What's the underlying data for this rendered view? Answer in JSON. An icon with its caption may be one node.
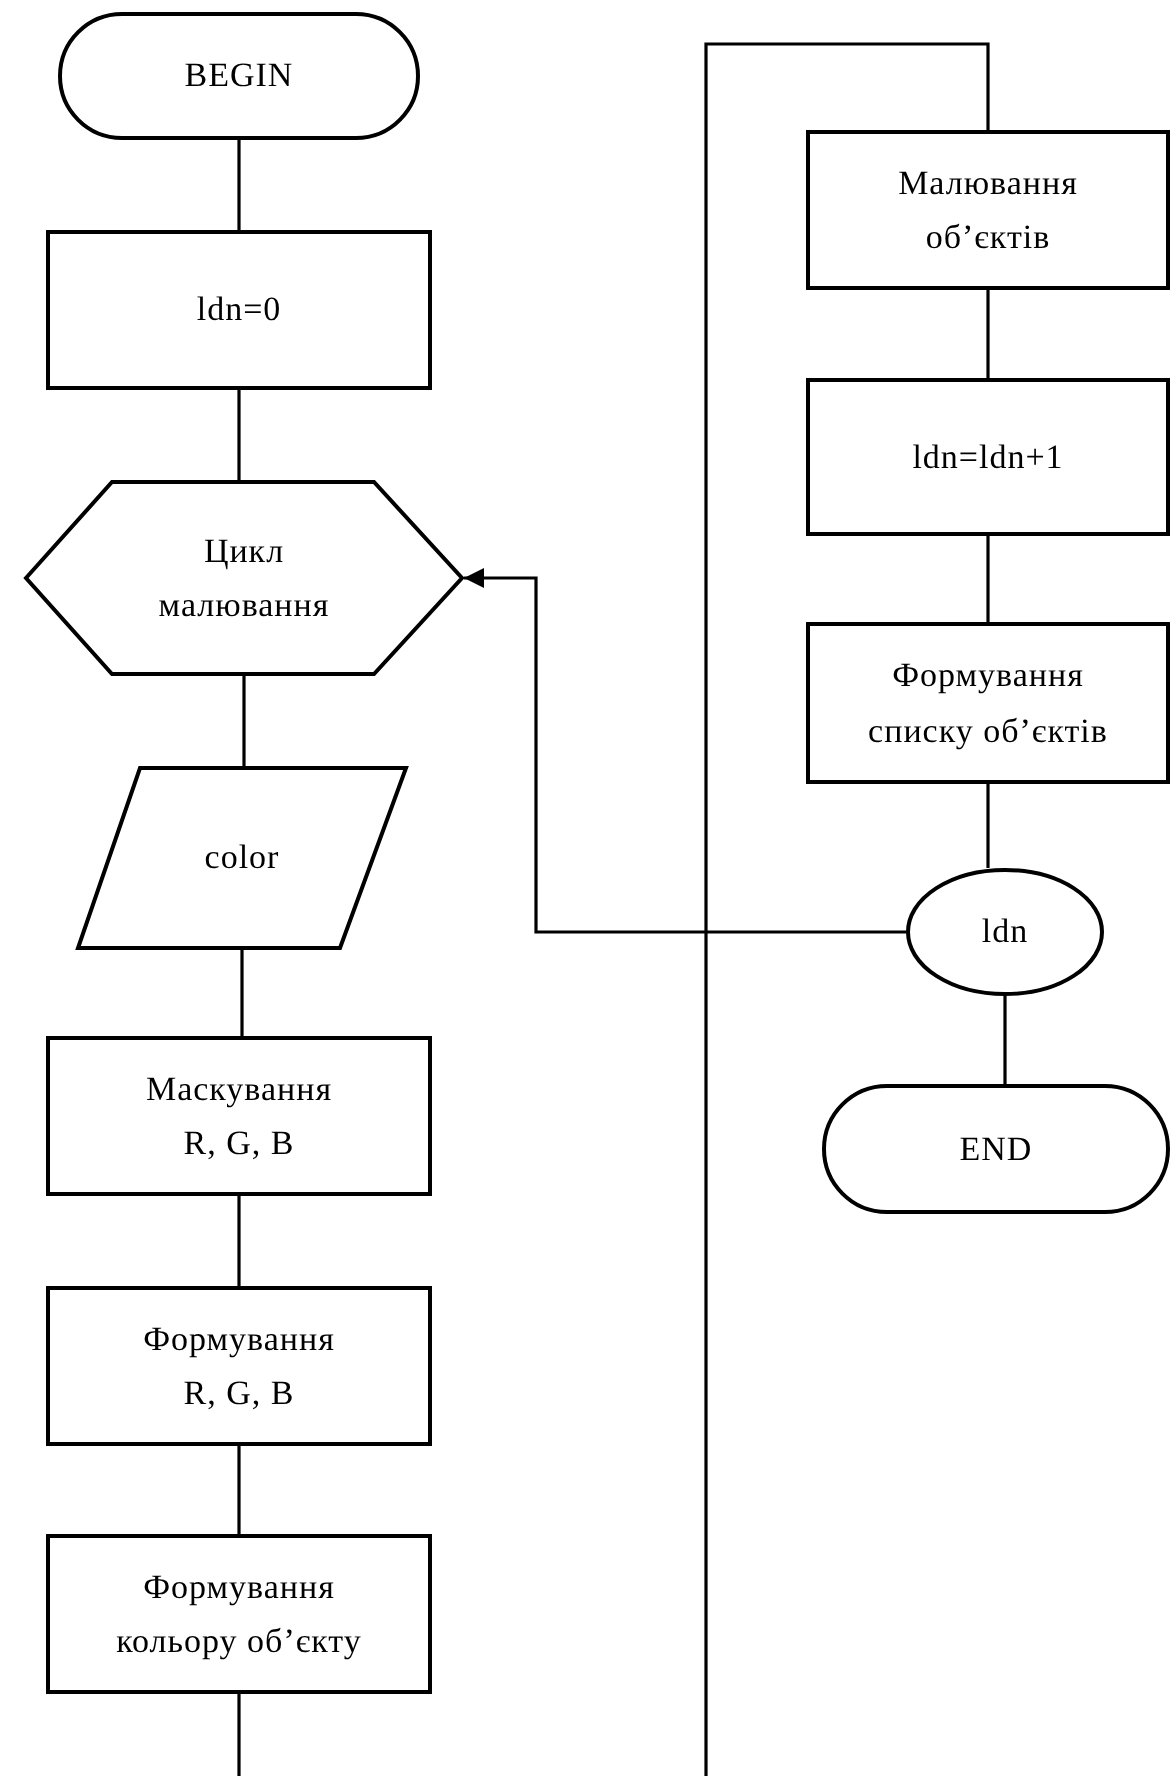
{
  "diagram": {
    "nodes": [
      {
        "text": [
          "BEGIN"
        ]
      },
      {
        "text": [
          "ldn=0"
        ]
      },
      {
        "text": [
          "Цикл малювання"
        ]
      },
      {
        "text": [
          "color"
        ]
      },
      {
        "text": [
          "Маскування R, G, B"
        ]
      },
      {
        "text": [
          "Формування R, G, B"
        ]
      },
      {
        "text": [
          "Формування кольору об’єкту"
        ]
      },
      {
        "text": [
          "Малювання об’єктів"
        ]
      },
      {
        "text": [
          "ldn=ldn+1"
        ]
      },
      {
        "text": [
          "Формування списку об’єктів"
        ]
      },
      {
        "text": [
          "ldn"
        ]
      },
      {
        "text": [
          "END"
        ]
      }
    ],
    "edges": [
      {
        "from": 0,
        "to": 1,
        "arrow": "none"
      },
      {
        "from": 1,
        "to": 2,
        "arrow": "none"
      },
      {
        "from": 2,
        "to": 3,
        "arrow": "none"
      },
      {
        "from": 3,
        "to": 4,
        "arrow": "none"
      },
      {
        "from": 4,
        "to": 5,
        "arrow": "none"
      },
      {
        "from": 5,
        "to": 6,
        "arrow": "none"
      },
      {
        "from": 6,
        "to": null,
        "arrow": "none"
      },
      {
        "from": null,
        "to": 7,
        "arrow": "none"
      },
      {
        "from": 7,
        "to": 8,
        "arrow": "none"
      },
      {
        "from": 8,
        "to": 9,
        "arrow": "none"
      },
      {
        "from": 9,
        "to": 10,
        "arrow": "none"
      },
      {
        "from": 10,
        "to": 2,
        "arrow": "to"
      },
      {
        "from": 10,
        "to": 11,
        "arrow": "none"
      }
    ]
  }
}
